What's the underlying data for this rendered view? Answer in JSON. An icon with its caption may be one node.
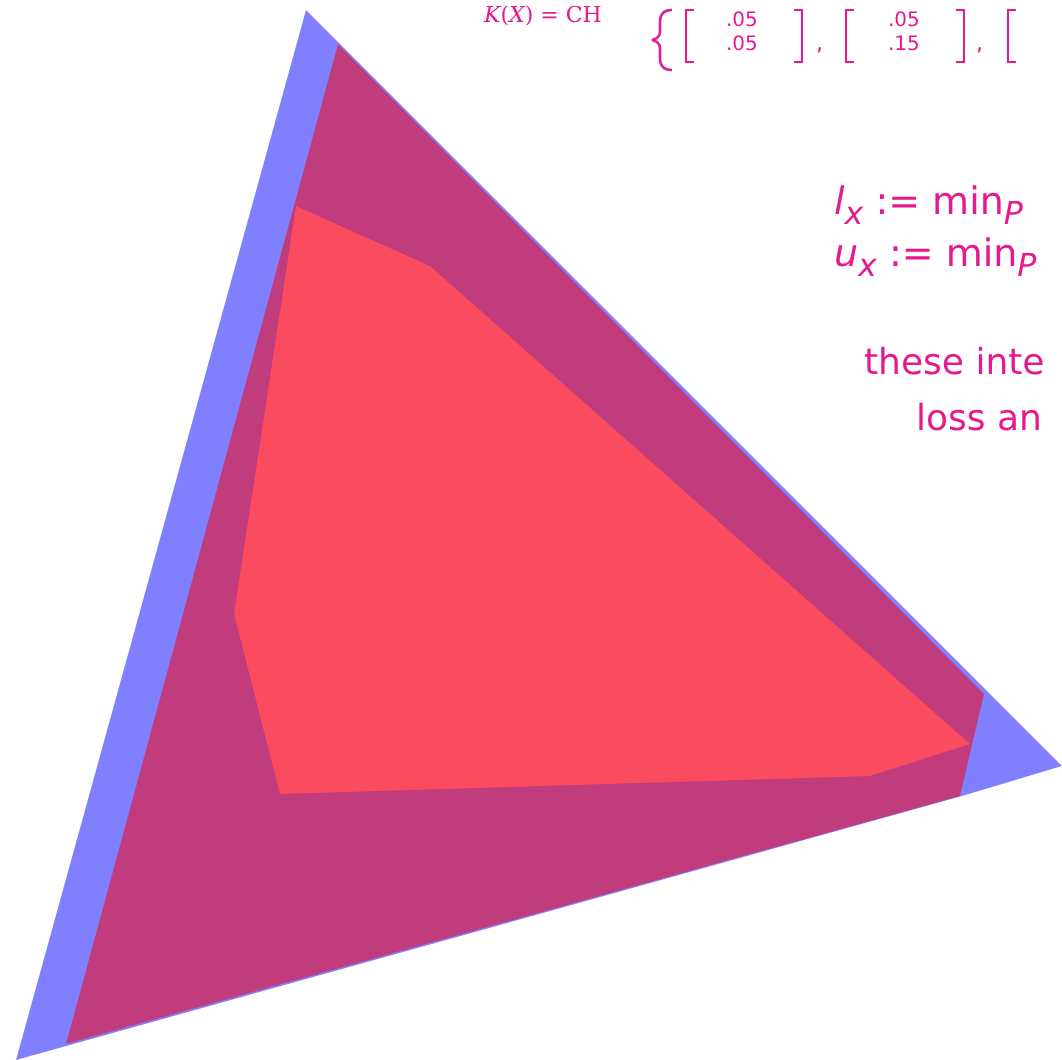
{
  "diagram": {
    "labels": [
      "*K*(*X*) = CH",
      ".05",
      ".05",
      ",",
      ".05",
      ".15",
      ",",
      "*l*$_{x}$ := min$_{P}$",
      "*u*$_{x}$ := min$_{P}$",
      "these inte",
      "loss an"
    ]
  }
}
